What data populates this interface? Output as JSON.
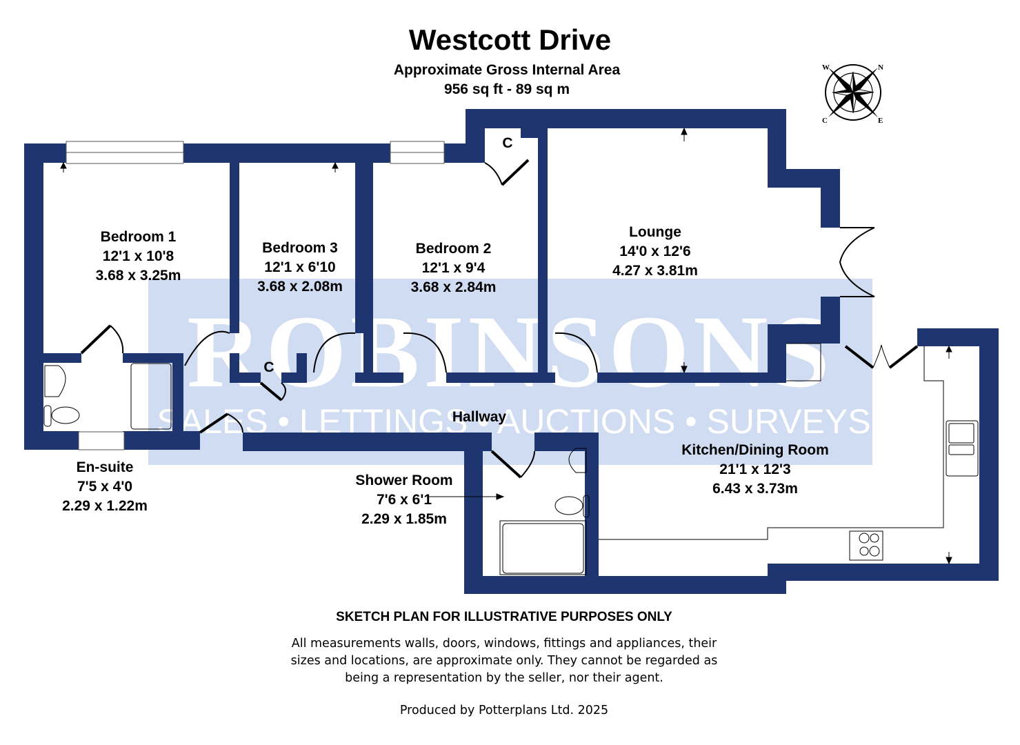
{
  "header": {
    "title": "Westcott Drive",
    "subtitle": "Approximate Gross Internal Area",
    "area": "956 sq ft - 89 sq m"
  },
  "compass": {
    "icon": "compass-rose-icon",
    "labels": [
      "W",
      "N",
      "E",
      "C"
    ]
  },
  "watermark": {
    "brand": "ROBINSONS",
    "tagline": "SALES • LETTINGS • AUCTIONS • SURVEYS"
  },
  "colors": {
    "wall": "#1f3570",
    "watermark_bg": "#c8d6f0",
    "text": "#000000"
  },
  "rooms": [
    {
      "id": "bedroom1",
      "name": "Bedroom 1",
      "imperial": "12'1 x 10'8",
      "metric": "3.68 x 3.25m"
    },
    {
      "id": "bedroom3",
      "name": "Bedroom 3",
      "imperial": "12'1 x 6'10",
      "metric": "3.68 x 2.08m"
    },
    {
      "id": "bedroom2",
      "name": "Bedroom 2",
      "imperial": "12'1 x 9'4",
      "metric": "3.68 x 2.84m"
    },
    {
      "id": "lounge",
      "name": "Lounge",
      "imperial": "14'0 x 12'6",
      "metric": "4.27 x 3.81m"
    },
    {
      "id": "ensuite",
      "name": "En-suite",
      "imperial": "7'5 x 4'0",
      "metric": "2.29 x 1.22m"
    },
    {
      "id": "shower",
      "name": "Shower Room",
      "imperial": "7'6 x 6'1",
      "metric": "2.29 x 1.85m"
    },
    {
      "id": "kitchen",
      "name": "Kitchen/Dining Room",
      "imperial": "21'1 x 12'3",
      "metric": "6.43 x 3.73m"
    },
    {
      "id": "hallway",
      "name": "Hallway",
      "imperial": "",
      "metric": ""
    }
  ],
  "cupboards": [
    "C",
    "C"
  ],
  "footer": {
    "disclaimer_heading": "SKETCH PLAN FOR ILLUSTRATIVE PURPOSES ONLY",
    "disclaimer_lines": [
      "All measurements walls, doors, windows, fittings and appliances, their",
      "sizes and locations, are approximate only. They cannot be regarded as",
      "being a representation by the seller, nor their agent."
    ],
    "produced_by": "Produced by Potterplans Ltd. 2025"
  }
}
